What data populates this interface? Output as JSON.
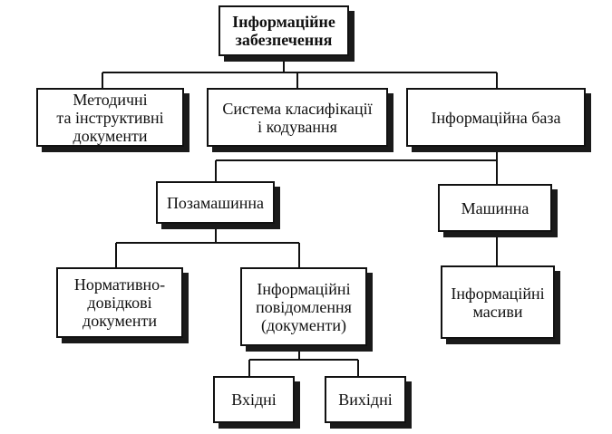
{
  "diagram": {
    "root": "Інформаційне\nзабезпечення",
    "level1": {
      "methodical": "Методичні\nта інструктивні\nдокументи",
      "classification": "Система класифікації\nі кодування",
      "infobase": "Інформаційна база"
    },
    "level2": {
      "offline": "Позамашинна",
      "machine": "Машинна"
    },
    "level3": {
      "normative": "Нормативно-\nдовідкові\nдокументи",
      "messages": "Інформаційні\nповідомлення\n(документи)",
      "arrays": "Інформаційні\nмасиви"
    },
    "level4": {
      "input": "Вхідні",
      "output": "Вихідні"
    }
  }
}
